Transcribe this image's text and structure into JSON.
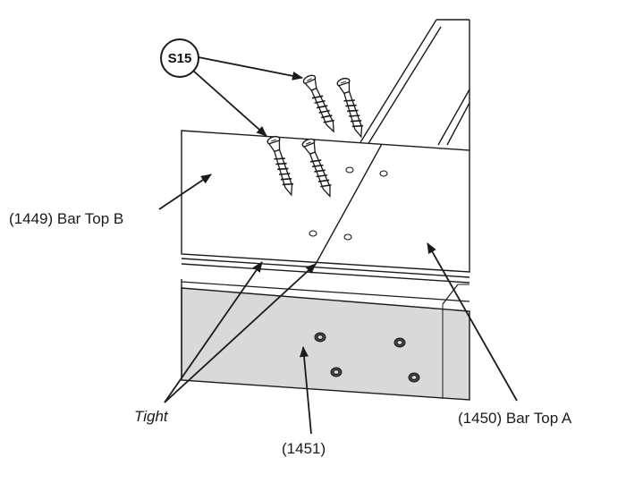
{
  "callout": {
    "id": "S15"
  },
  "labels": {
    "bar_top_b": "(1449) Bar Top B",
    "bar_top_a": "(1450) Bar Top A",
    "lower_panel": "(1451)",
    "tight": "Tight"
  },
  "colors": {
    "line": "#1a1a1a",
    "panel_fill": "#d9d9d9",
    "background": "#ffffff"
  }
}
